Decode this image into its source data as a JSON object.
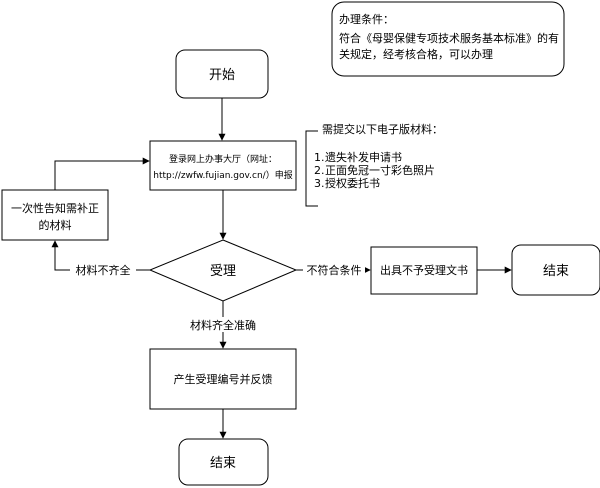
{
  "conditions_note": {
    "title": "办理条件：",
    "line1": "符合《母婴保健专项技术服务基本标准》的有",
    "line2": "关规定，经考核合格，可以办理"
  },
  "start_node": {
    "label": "开始"
  },
  "login_node": {
    "line1": "登录网上办事大厅（网址：",
    "line2": "http://zwfw.fujian.gov.cn/）申报"
  },
  "materials_note": {
    "title": "需提交以下电子版材料：",
    "items": [
      "遗失补发申请书",
      "正面免冠一寸彩色照片",
      "授权委托书"
    ]
  },
  "notify_node": {
    "line1": "一次性告知需补正",
    "line2": "的材料"
  },
  "accept_node": {
    "label": "受理"
  },
  "edge_labels": {
    "incomplete": "材料不齐全",
    "not_qualified": "不符合条件",
    "complete": "材料齐全准确"
  },
  "reject_node": {
    "label": "出具不予受理文书"
  },
  "end_node_right": {
    "label": "结束"
  },
  "number_node": {
    "label": "产生受理编号并反馈"
  },
  "end_node_bottom": {
    "label": "结束"
  }
}
